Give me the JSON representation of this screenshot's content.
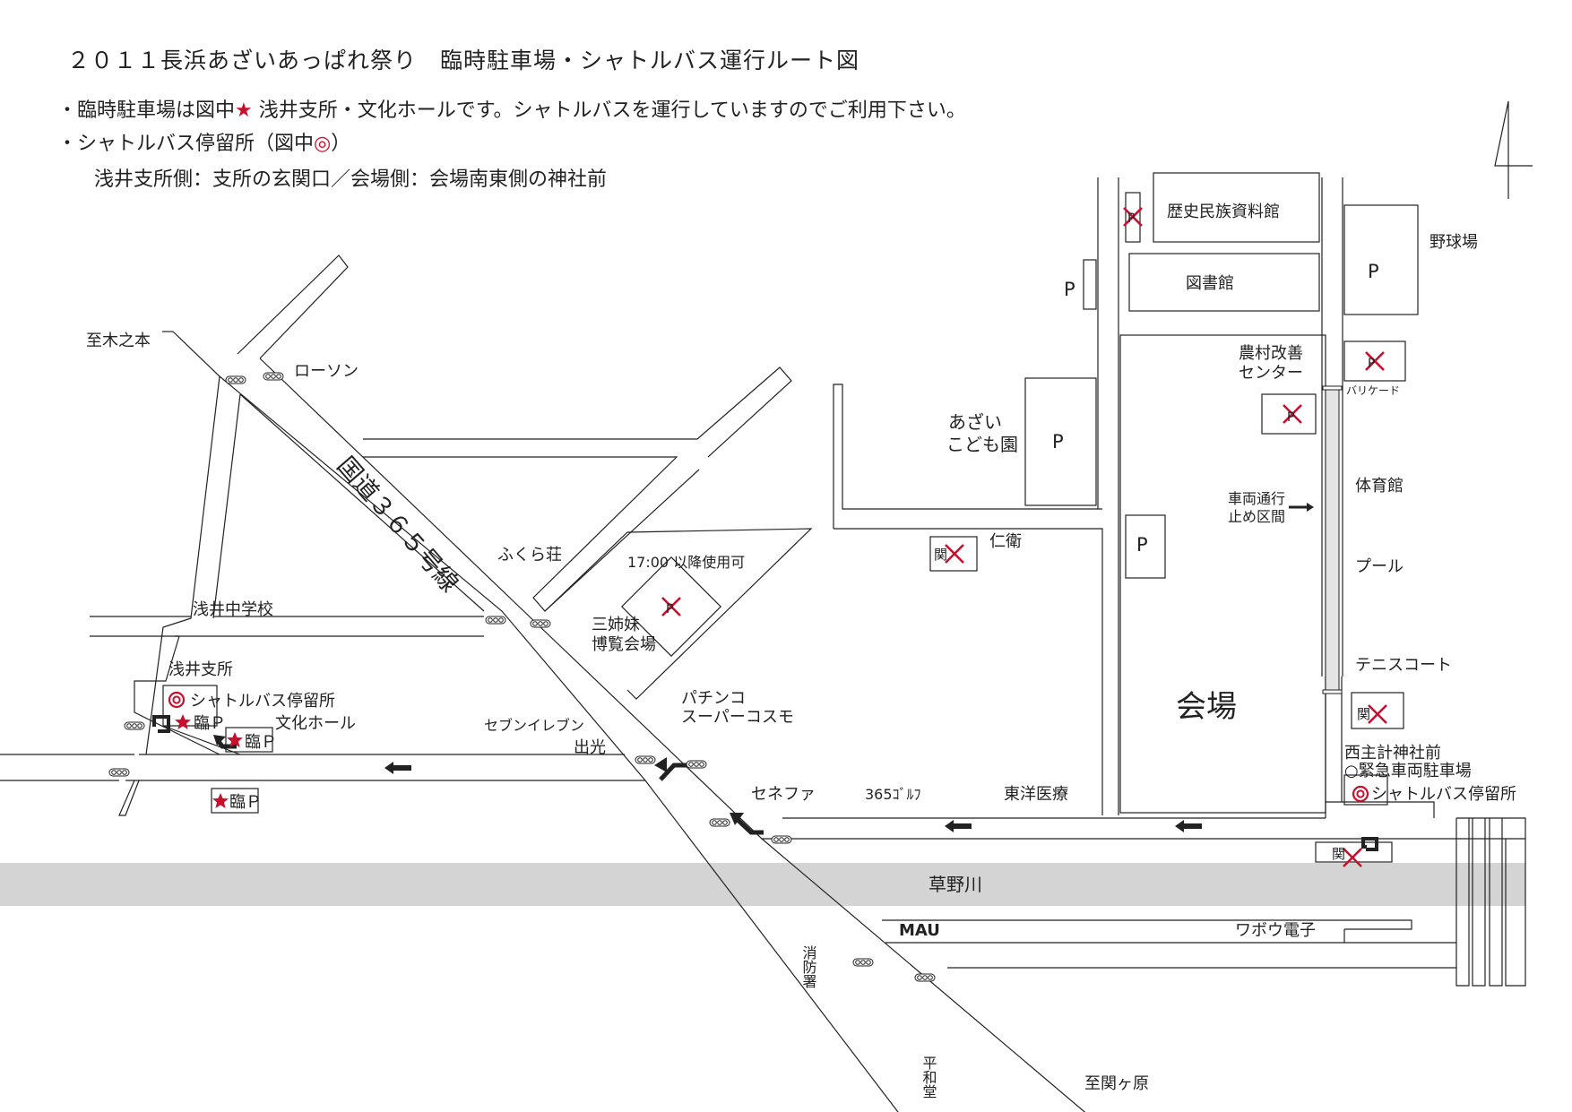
{
  "header": {
    "title": "２０１１長浜あざいあっぱれ祭り　臨時駐車場・シャトルバス運行ルート図",
    "line1_prefix": "・臨時駐車場は図中",
    "line1_star": "★",
    "line1_suffix": " 浅井支所・文化ホールです。シャトルバスを運行していますのでご利用下さい。",
    "line2_prefix": "・シャトルバス停留所（図中",
    "line2_symbol": "◎",
    "line2_suffix": "）",
    "line3": "浅井支所側：支所の玄関口／会場側：会場南東側の神社前"
  },
  "colors": {
    "road_outline": "#222222",
    "river": "#d4d4d4",
    "accent_red": "#c8102e"
  },
  "icons": {
    "north": "north-arrow-icon",
    "arrow": "direction-arrow-icon",
    "signal": "traffic-signal-icon",
    "star": "star-icon",
    "stop": "bus-stop-icon",
    "closed": "closed-x-icon"
  },
  "map": {
    "labels": {
      "to_kinomoto": "至木之本",
      "lawson": "ローソン",
      "route_365": "国道３６５号線",
      "fukurasou": "ふくら荘",
      "azai_jhs": "浅井中学校",
      "azai_branch": "浅井支所",
      "shuttle_stop_west": "シャトルバス停留所",
      "rin_p1": "臨Ｐ",
      "rin_p2": "臨Ｐ",
      "rin_p3": "臨Ｐ",
      "bunka_hall": "文化ホール",
      "seven_eleven": "セブンイレブン",
      "idemitsu": "出光",
      "pachinko_1": "パチンコ",
      "pachinko_2": "スーパーコスモ",
      "time_note": "17:00 以降使用可",
      "sanshimai_1": "三姉妹",
      "sanshimai_2": "博覧会場",
      "senefa": "セネファ",
      "golf": "365ｺﾞﾙﾌ",
      "toyo_clinic": "東洋医療",
      "jinei": "仁衛",
      "kodomoen_1": "あざい",
      "kodomoen_2": "こども園",
      "p_kodomoen": "P",
      "p_small": "P",
      "p_venue": "P",
      "p_baseball": "P",
      "history_museum": "歴史民族資料館",
      "library": "図書館",
      "baseball": "野球場",
      "farm_center_1": "農村改善",
      "farm_center_2": "センター",
      "barricade": "バリケード",
      "no_entry_1": "車両通行",
      "no_entry_2": "止め区間",
      "gym": "体育館",
      "pool": "プール",
      "tennis": "テニスコート",
      "venue": "会場",
      "shrine": "西主計神社前",
      "emergency_parking": "○緊急車両駐車場",
      "shuttle_stop_east": "シャトルバス停留所",
      "river": "草野川",
      "mau": "MAU",
      "wabou": "ワボウ電子",
      "fire_station": "消防署",
      "heiwado": "平和堂",
      "to_sekigahara": "至関ヶ原",
      "kan": "関",
      "closed_p": "P"
    }
  }
}
